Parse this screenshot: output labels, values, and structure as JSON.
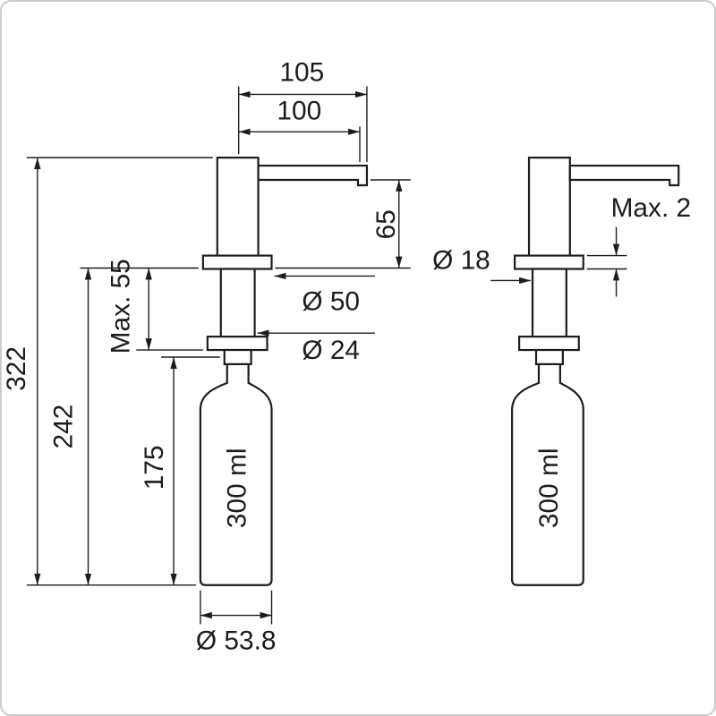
{
  "colors": {
    "line": "#1c1c1c",
    "background": "#ffffff",
    "border": "#cccccc"
  },
  "front_view": {
    "dims": {
      "reach_overall": "105",
      "reach": "100",
      "spout_height": "65",
      "total_height": "322",
      "under_height": "242",
      "max_counter": "Max. 55",
      "bottle_height": "175",
      "flange_dia": "Ø 50",
      "shank_dia": "Ø 24",
      "capacity": "300 ml",
      "bottle_dia": "Ø 53.8"
    }
  },
  "side_view": {
    "dims": {
      "hole_dia": "Ø 18",
      "flange_height": "Max. 2",
      "capacity": "300 ml"
    }
  }
}
